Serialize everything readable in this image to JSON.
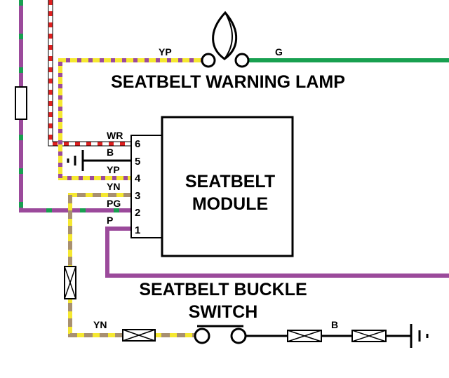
{
  "components": {
    "warning_lamp": "SEATBELT WARNING LAMP",
    "module_line1": "SEATBELT",
    "module_line2": "MODULE",
    "buckle_switch_line1": "SEATBELT BUCKLE",
    "buckle_switch_line2": "SWITCH"
  },
  "wire_labels": {
    "lamp_feed": "YP",
    "lamp_ground": "G",
    "pin6": "WR",
    "pin5": "B",
    "pin4": "YP",
    "pin3": "YN",
    "pin2": "PG",
    "pin1": "P",
    "switch_feed": "YN",
    "switch_ground": "B"
  },
  "pins": [
    "6",
    "5",
    "4",
    "3",
    "2",
    "1"
  ],
  "colors": {
    "yellow": "#f5e830",
    "purple": "#9b4a9b",
    "red": "#e02020",
    "green": "#18a050",
    "brown": "#a89070",
    "black": "#000000"
  }
}
